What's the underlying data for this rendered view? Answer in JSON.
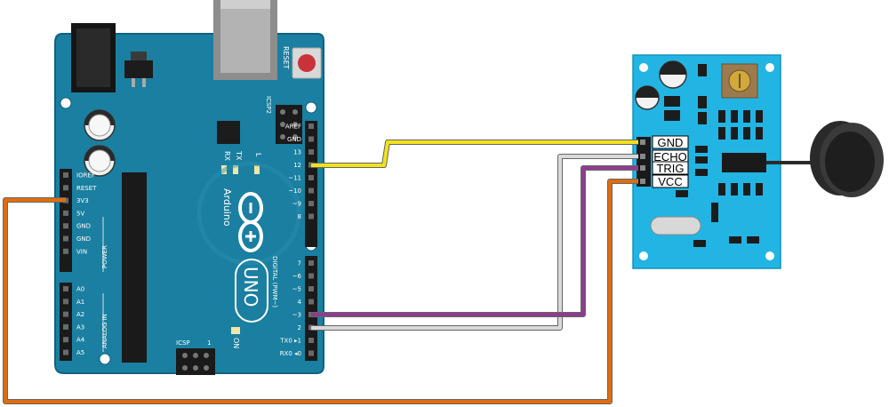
{
  "arduino": {
    "reset_label": "RESET",
    "icsp2_label": "ICSP2",
    "icsp_label": "ICSP",
    "icsp_num": "1",
    "tx_label": "TX",
    "rx_label": "RX",
    "l_label": "L",
    "on_label": "ON",
    "brand": "Arduino",
    "model": "UNO",
    "digital_label": "DIGITAL (PWM~)",
    "power_label": "POWER",
    "analog_label": "ANALOG IN",
    "top_header_pins": [
      "AREF",
      "GND",
      "13",
      "12",
      "~11",
      "~10",
      "~9",
      "8"
    ],
    "bottom_header_pins": [
      "7",
      "~6",
      "~5",
      "4",
      "~3",
      "2",
      "TX0 ▸1",
      "RX0 ◂0"
    ],
    "power_pins": [
      "IOREF",
      "RESET",
      "3V3",
      "5V",
      "GND",
      "GND",
      "VIN"
    ],
    "analog_pins": [
      "A0",
      "A1",
      "A2",
      "A3",
      "A4",
      "A5"
    ]
  },
  "sensor": {
    "pins": [
      "GND",
      "ECHO",
      "TRIG",
      "VCC"
    ]
  },
  "wires": {
    "colors": {
      "gnd": "#f2e21b",
      "echo": "#d9d9d9",
      "trig": "#8e3c8e",
      "vcc": "#e06d10"
    }
  },
  "colors": {
    "board": "#1a7fa0",
    "board_edge": "#0f6280",
    "module": "#22b5e3"
  }
}
